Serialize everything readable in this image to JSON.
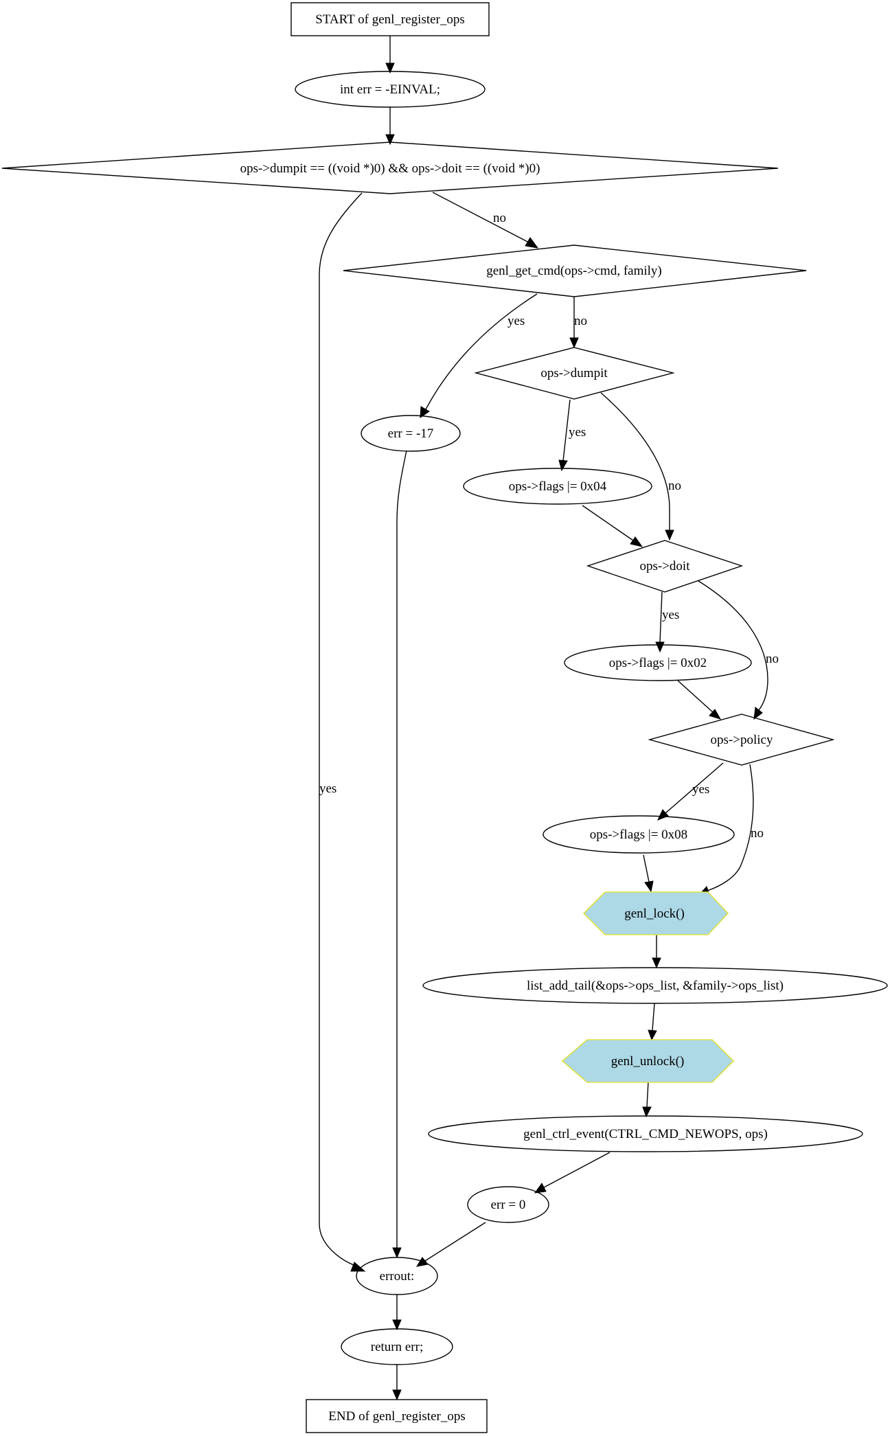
{
  "nodes": {
    "start": {
      "label": "START of genl_register_ops"
    },
    "int_err": {
      "label": "int err = -EINVAL;"
    },
    "cond_both_null": {
      "label": "ops->dumpit == ((void *)0) && ops->doit == ((void *)0)"
    },
    "get_cmd": {
      "label": "genl_get_cmd(ops->cmd, family)"
    },
    "cond_dumpit": {
      "label": "ops->dumpit"
    },
    "err_17": {
      "label": "err = -17"
    },
    "flags_04": {
      "label": "ops->flags |= 0x04"
    },
    "cond_doit": {
      "label": "ops->doit"
    },
    "flags_02": {
      "label": "ops->flags |= 0x02"
    },
    "cond_policy": {
      "label": "ops->policy"
    },
    "flags_08": {
      "label": "ops->flags |= 0x08"
    },
    "genl_lock": {
      "label": "genl_lock()"
    },
    "list_add": {
      "label": "list_add_tail(&ops->ops_list, &family->ops_list)"
    },
    "genl_unlock": {
      "label": "genl_unlock()"
    },
    "ctrl_event": {
      "label": "genl_ctrl_event(CTRL_CMD_NEWOPS, ops)"
    },
    "err_0": {
      "label": "err = 0"
    },
    "errout": {
      "label": "errout:"
    },
    "return_err": {
      "label": "return err;"
    },
    "end": {
      "label": "END of genl_register_ops"
    }
  },
  "edges": {
    "both_null_yes": "yes",
    "both_null_no": "no",
    "get_cmd_yes": "yes",
    "get_cmd_no": "no",
    "dumpit_yes": "yes",
    "dumpit_no": "no",
    "doit_yes": "yes",
    "doit_no": "no",
    "policy_yes": "yes",
    "policy_no": "no"
  },
  "colors": {
    "line": "#000000",
    "highlight_fill": "#add8e6",
    "highlight_stroke": "#e0e040",
    "background": "#ffffff"
  }
}
